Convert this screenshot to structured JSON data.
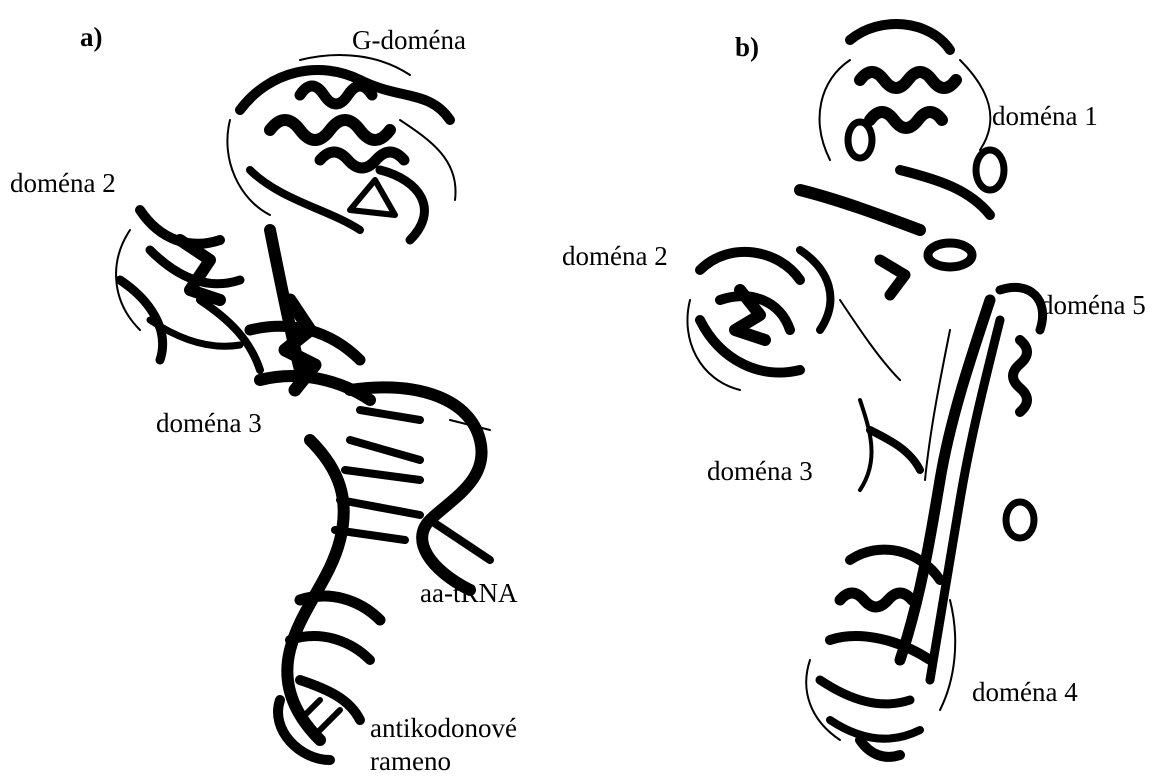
{
  "panels": [
    {
      "id": "a",
      "letter": "a)",
      "labels": {
        "g_domain": "G-doména",
        "domain2": "doména 2",
        "domain3": "doména 3",
        "aa_trna": "aa-tRNA",
        "anticodon_line1": "antikodonové",
        "anticodon_line2": "rameno"
      }
    },
    {
      "id": "b",
      "letter": "b)",
      "labels": {
        "domain1": "doména 1",
        "domain2": "doména 2",
        "domain3": "doména 3",
        "domain4": "doména 4",
        "domain5": "doména 5"
      }
    }
  ],
  "colors": {
    "ink": "#000000",
    "ribbon_light": "#f4f4f4",
    "background": "#ffffff"
  }
}
